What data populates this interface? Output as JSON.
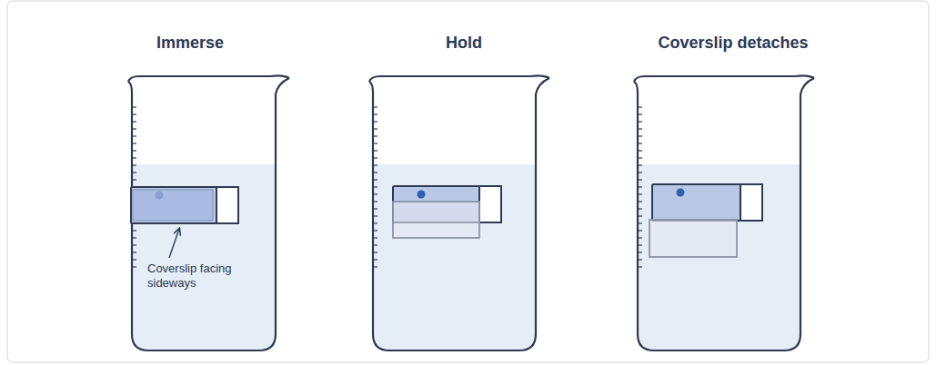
{
  "diagram": {
    "labels": [
      "Immerse",
      "Hold",
      "Coverslip detaches",
      "Coverslip facing sideways"
    ]
  }
}
